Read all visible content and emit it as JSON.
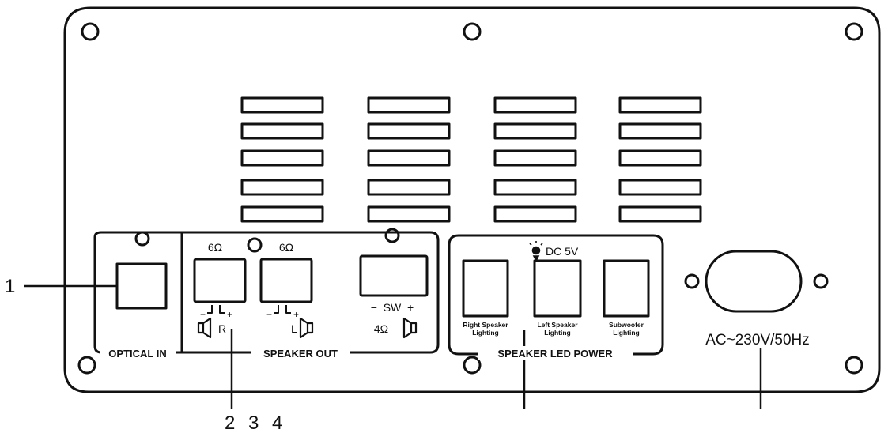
{
  "colors": {
    "ink": "#111111",
    "background": "#ffffff"
  },
  "callouts": {
    "c1": "1",
    "c2": "2",
    "c3": "3",
    "c4": "4"
  },
  "optical_in": {
    "label": "OPTICAL IN"
  },
  "speaker_out": {
    "label": "SPEAKER OUT",
    "right": {
      "impedance": "6Ω",
      "polarity_minus": "−",
      "polarity_plus": "+",
      "channel": "R"
    },
    "left": {
      "impedance": "6Ω",
      "polarity_minus": "−",
      "polarity_plus": "+",
      "channel": "L"
    },
    "subwoofer": {
      "label": "−  SW  +",
      "impedance": "4Ω"
    }
  },
  "speaker_led_power": {
    "label": "SPEAKER LED POWER",
    "voltage": "DC 5V",
    "ports": [
      {
        "line1": "Right Speaker",
        "line2": "Lighting"
      },
      {
        "line1": "Left Speaker",
        "line2": "Lighting"
      },
      {
        "line1": "Subwoofer",
        "line2": "Lighting"
      }
    ]
  },
  "power_inlet": {
    "label": "AC~230V/50Hz"
  }
}
